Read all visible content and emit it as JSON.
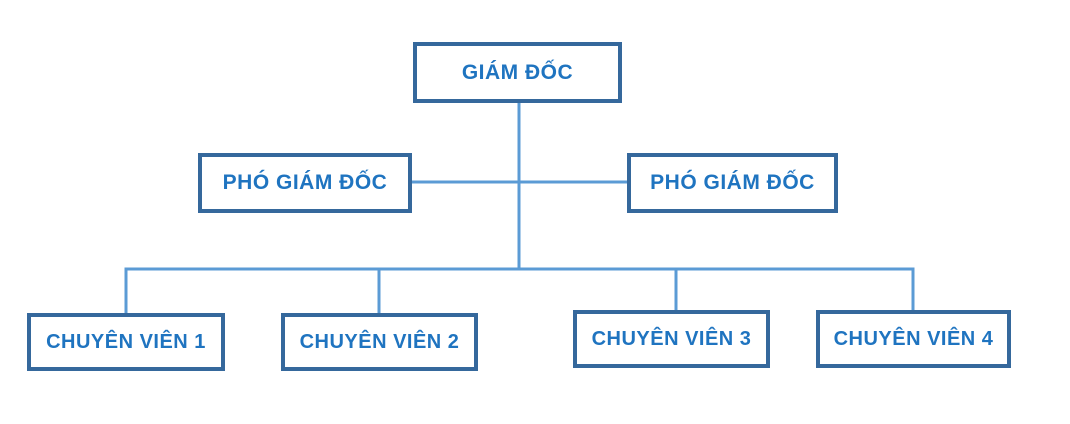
{
  "diagram": {
    "type": "org-chart",
    "title": "",
    "colors": {
      "box_border": "#35689C",
      "box_text": "#1F74C0",
      "connector": "#5B9BD5",
      "background": "#FFFFFF"
    },
    "nodes": [
      {
        "id": "director",
        "label": "GIÁM ĐỐC",
        "level": 1,
        "reports_to": null
      },
      {
        "id": "deputy-left",
        "label": "PHÓ GIÁM ĐỐC",
        "level": 2,
        "reports_to": "director"
      },
      {
        "id": "deputy-right",
        "label": "PHÓ GIÁM ĐỐC",
        "level": 2,
        "reports_to": "director"
      },
      {
        "id": "specialist-1",
        "label": "CHUYÊN VIÊN 1",
        "level": 3,
        "reports_to": "director"
      },
      {
        "id": "specialist-2",
        "label": "CHUYÊN VIÊN 2",
        "level": 3,
        "reports_to": "director"
      },
      {
        "id": "specialist-3",
        "label": "CHUYÊN VIÊN 3",
        "level": 3,
        "reports_to": "director"
      },
      {
        "id": "specialist-4",
        "label": "CHUYÊN VIÊN 4",
        "level": 3,
        "reports_to": "director"
      }
    ]
  }
}
